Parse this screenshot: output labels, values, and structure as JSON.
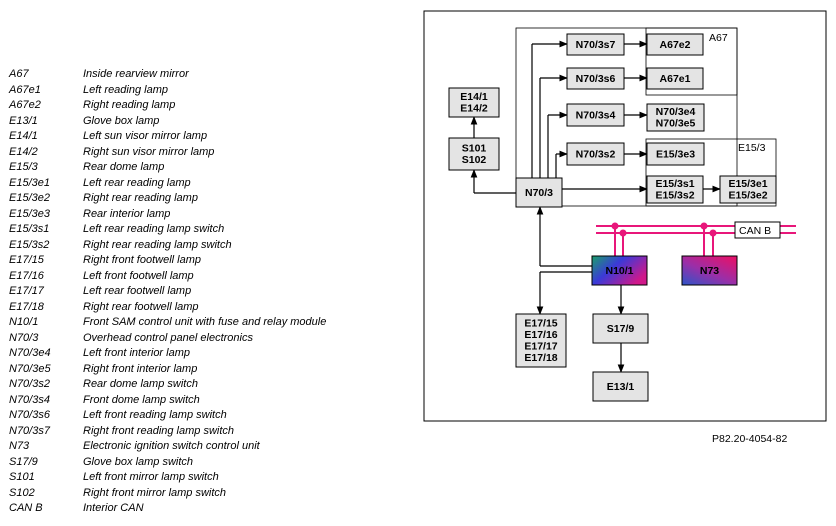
{
  "legend": [
    {
      "code": "A67",
      "desc": "Inside rearview mirror"
    },
    {
      "code": "A67e1",
      "desc": "Left reading lamp"
    },
    {
      "code": "A67e2",
      "desc": "Right reading lamp"
    },
    {
      "code": "E13/1",
      "desc": "Glove box lamp"
    },
    {
      "code": "E14/1",
      "desc": "Left sun visor mirror lamp"
    },
    {
      "code": "E14/2",
      "desc": "Right sun visor mirror lamp"
    },
    {
      "code": "E15/3",
      "desc": "Rear dome lamp"
    },
    {
      "code": "E15/3e1",
      "desc": "Left rear reading lamp"
    },
    {
      "code": "E15/3e2",
      "desc": "Right rear reading lamp"
    },
    {
      "code": "E15/3e3",
      "desc": "Rear interior lamp"
    },
    {
      "code": "E15/3s1",
      "desc": "Left rear reading lamp switch"
    },
    {
      "code": "E15/3s2",
      "desc": "Right rear reading lamp switch"
    },
    {
      "code": "E17/15",
      "desc": "Right front footwell lamp"
    },
    {
      "code": "E17/16",
      "desc": "Left front footwell lamp"
    },
    {
      "code": "E17/17",
      "desc": "Left rear footwell lamp"
    },
    {
      "code": "E17/18",
      "desc": "Right rear footwell lamp"
    },
    {
      "code": "N10/1",
      "desc": "Front SAM control unit with fuse and relay module"
    },
    {
      "code": "N70/3",
      "desc": "Overhead control panel electronics"
    },
    {
      "code": "N70/3e4",
      "desc": "Left front interior lamp"
    },
    {
      "code": "N70/3e5",
      "desc": "Right front interior lamp"
    },
    {
      "code": "N70/3s2",
      "desc": "Rear dome lamp switch"
    },
    {
      "code": "N70/3s4",
      "desc": "Front dome lamp switch"
    },
    {
      "code": "N70/3s6",
      "desc": "Left front reading lamp switch"
    },
    {
      "code": "N70/3s7",
      "desc": "Right front reading lamp switch"
    },
    {
      "code": "N73",
      "desc": "Electronic ignition switch control unit"
    },
    {
      "code": "S17/9",
      "desc": "Glove box lamp switch"
    },
    {
      "code": "S101",
      "desc": "Left front mirror lamp switch"
    },
    {
      "code": "S102",
      "desc": "Right front mirror lamp switch"
    },
    {
      "code": "CAN B",
      "desc": "Interior CAN"
    }
  ],
  "diagram": {
    "boxes": {
      "n70_3": [
        "N70/3"
      ],
      "n70_3s7": [
        "N70/3s7"
      ],
      "n70_3s6": [
        "N70/3s6"
      ],
      "n70_3s4": [
        "N70/3s4"
      ],
      "n70_3s2": [
        "N70/3s2"
      ],
      "a67e2": [
        "A67e2"
      ],
      "a67e1": [
        "A67e1"
      ],
      "n70_3e45": [
        "N70/3e4",
        "N70/3e5"
      ],
      "e15_3e3": [
        "E15/3e3"
      ],
      "e15_3s12": [
        "E15/3s1",
        "E15/3s2"
      ],
      "e15_3e12": [
        "E15/3e1",
        "E15/3e2"
      ],
      "e14": [
        "E14/1",
        "E14/2"
      ],
      "s101_102": [
        "S101",
        "S102"
      ],
      "n10_1": [
        "N10/1"
      ],
      "n73": [
        "N73"
      ],
      "e17": [
        "E17/15",
        "E17/16",
        "E17/17",
        "E17/18"
      ],
      "s17_9": [
        "S17/9"
      ],
      "e13_1": [
        "E13/1"
      ]
    },
    "group_labels": {
      "a67": "A67",
      "e15_3": "E15/3"
    },
    "can_label": "CAN B"
  },
  "colors": {
    "box_fill": "#e4e4e4",
    "can_bus": "#e8177a",
    "n10_gradient": [
      "#1aa06a",
      "#3a3ad8",
      "#d0188a"
    ],
    "n73_gradient": [
      "#2c55c8",
      "#9a2fa8",
      "#e0146e"
    ]
  },
  "figure_ref": "P82.20-4054-82"
}
